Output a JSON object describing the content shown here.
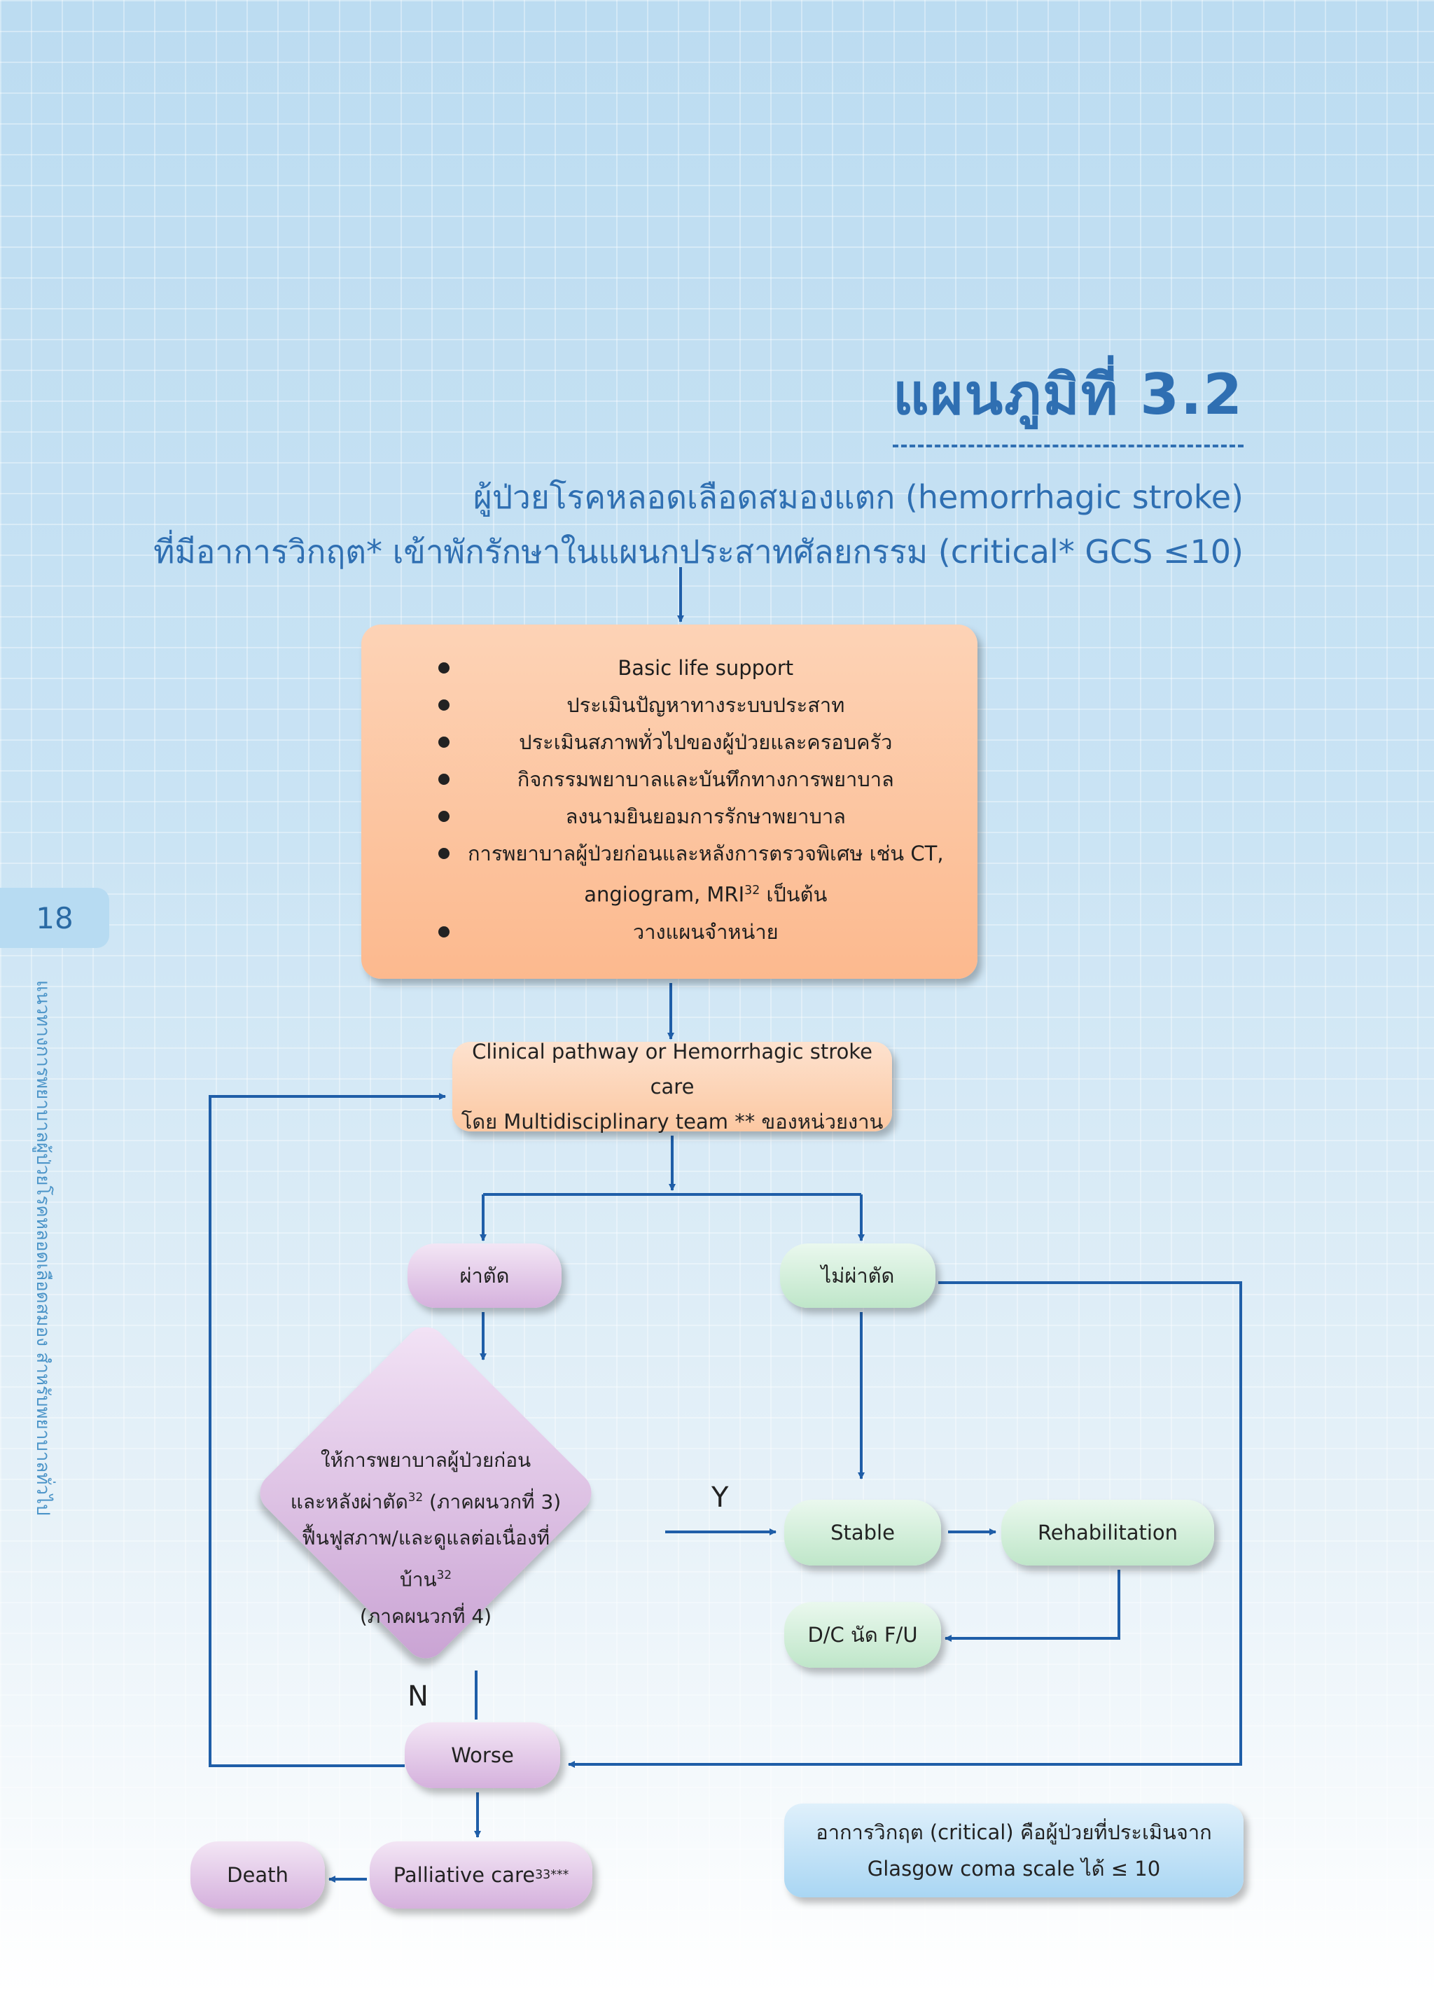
{
  "page_number": "18",
  "side_caption": "แนวทางการพยาบาลผู้ป่วยโรคหลอดเลือดสมอง สำหรับพยาบาลทั่วไป",
  "title": "แผนภูมิที่  3.2",
  "subtitle_line1": "ผู้ป่วยโรคหลอดเลือดสมองแตก (hemorrhagic stroke)",
  "subtitle_line2": "ที่มีอาการวิกฤต* เข้าพักรักษาในแผนกประสาทศัลยกรรม (critical* GCS ≤10)",
  "care_box": {
    "items": [
      "Basic life support",
      "ประเมินปัญหาทางระบบประสาท",
      "ประเมินสภาพทั่วไปของผู้ป่วยและครอบครัว",
      "กิจกรรมพยาบาลและบันทึกทางการพยาบาล",
      "ลงนามยินยอมการรักษาพยาบาล",
      "การพยาบาลผู้ป่วยก่อนและหลังการตรวจพิเศษ เช่น CT,",
      "วางแผนจำหน่าย"
    ],
    "item6_cont_pre": "angiogram, MRI",
    "item6_cont_sup": "32",
    "item6_cont_post": " เป็นต้น"
  },
  "pathway_box": {
    "line1": "Clinical pathway or Hemorrhagic stroke care",
    "line2": "โดย Multidisciplinary team ** ของหน่วยงาน"
  },
  "nodes": {
    "surgery": "ผ่าตัด",
    "no_surgery": "ไม่ผ่าตัด",
    "stable": "Stable",
    "rehabilitation": "Rehabilitation",
    "dc_followup": "D/C นัด F/U",
    "worse": "Worse",
    "palliative": "Palliative care",
    "palliative_sup": "33***",
    "death": "Death"
  },
  "decision": {
    "line1": "ให้การพยาบาลผู้ป่วยก่อน",
    "line2_pre": "และหลังผ่าตัด",
    "line2_sup": "32",
    "line2_post": " (ภาคผนวกที่ 3)",
    "line3_pre": "ฟื้นฟูสภาพ/และดูแลต่อเนื่องที่บ้าน",
    "line3_sup": "32",
    "line4": "(ภาคผนวกที่ 4)"
  },
  "labels": {
    "yes": "Y",
    "no": "N"
  },
  "note": {
    "line1": "อาการวิกฤต (critical) คือผู้ป่วยที่ประเมินจาก",
    "line2": "Glasgow coma scale ได้ ≤ 10"
  },
  "colors": {
    "title": "#2f6fb2",
    "arrow": "#1f5ea8"
  }
}
